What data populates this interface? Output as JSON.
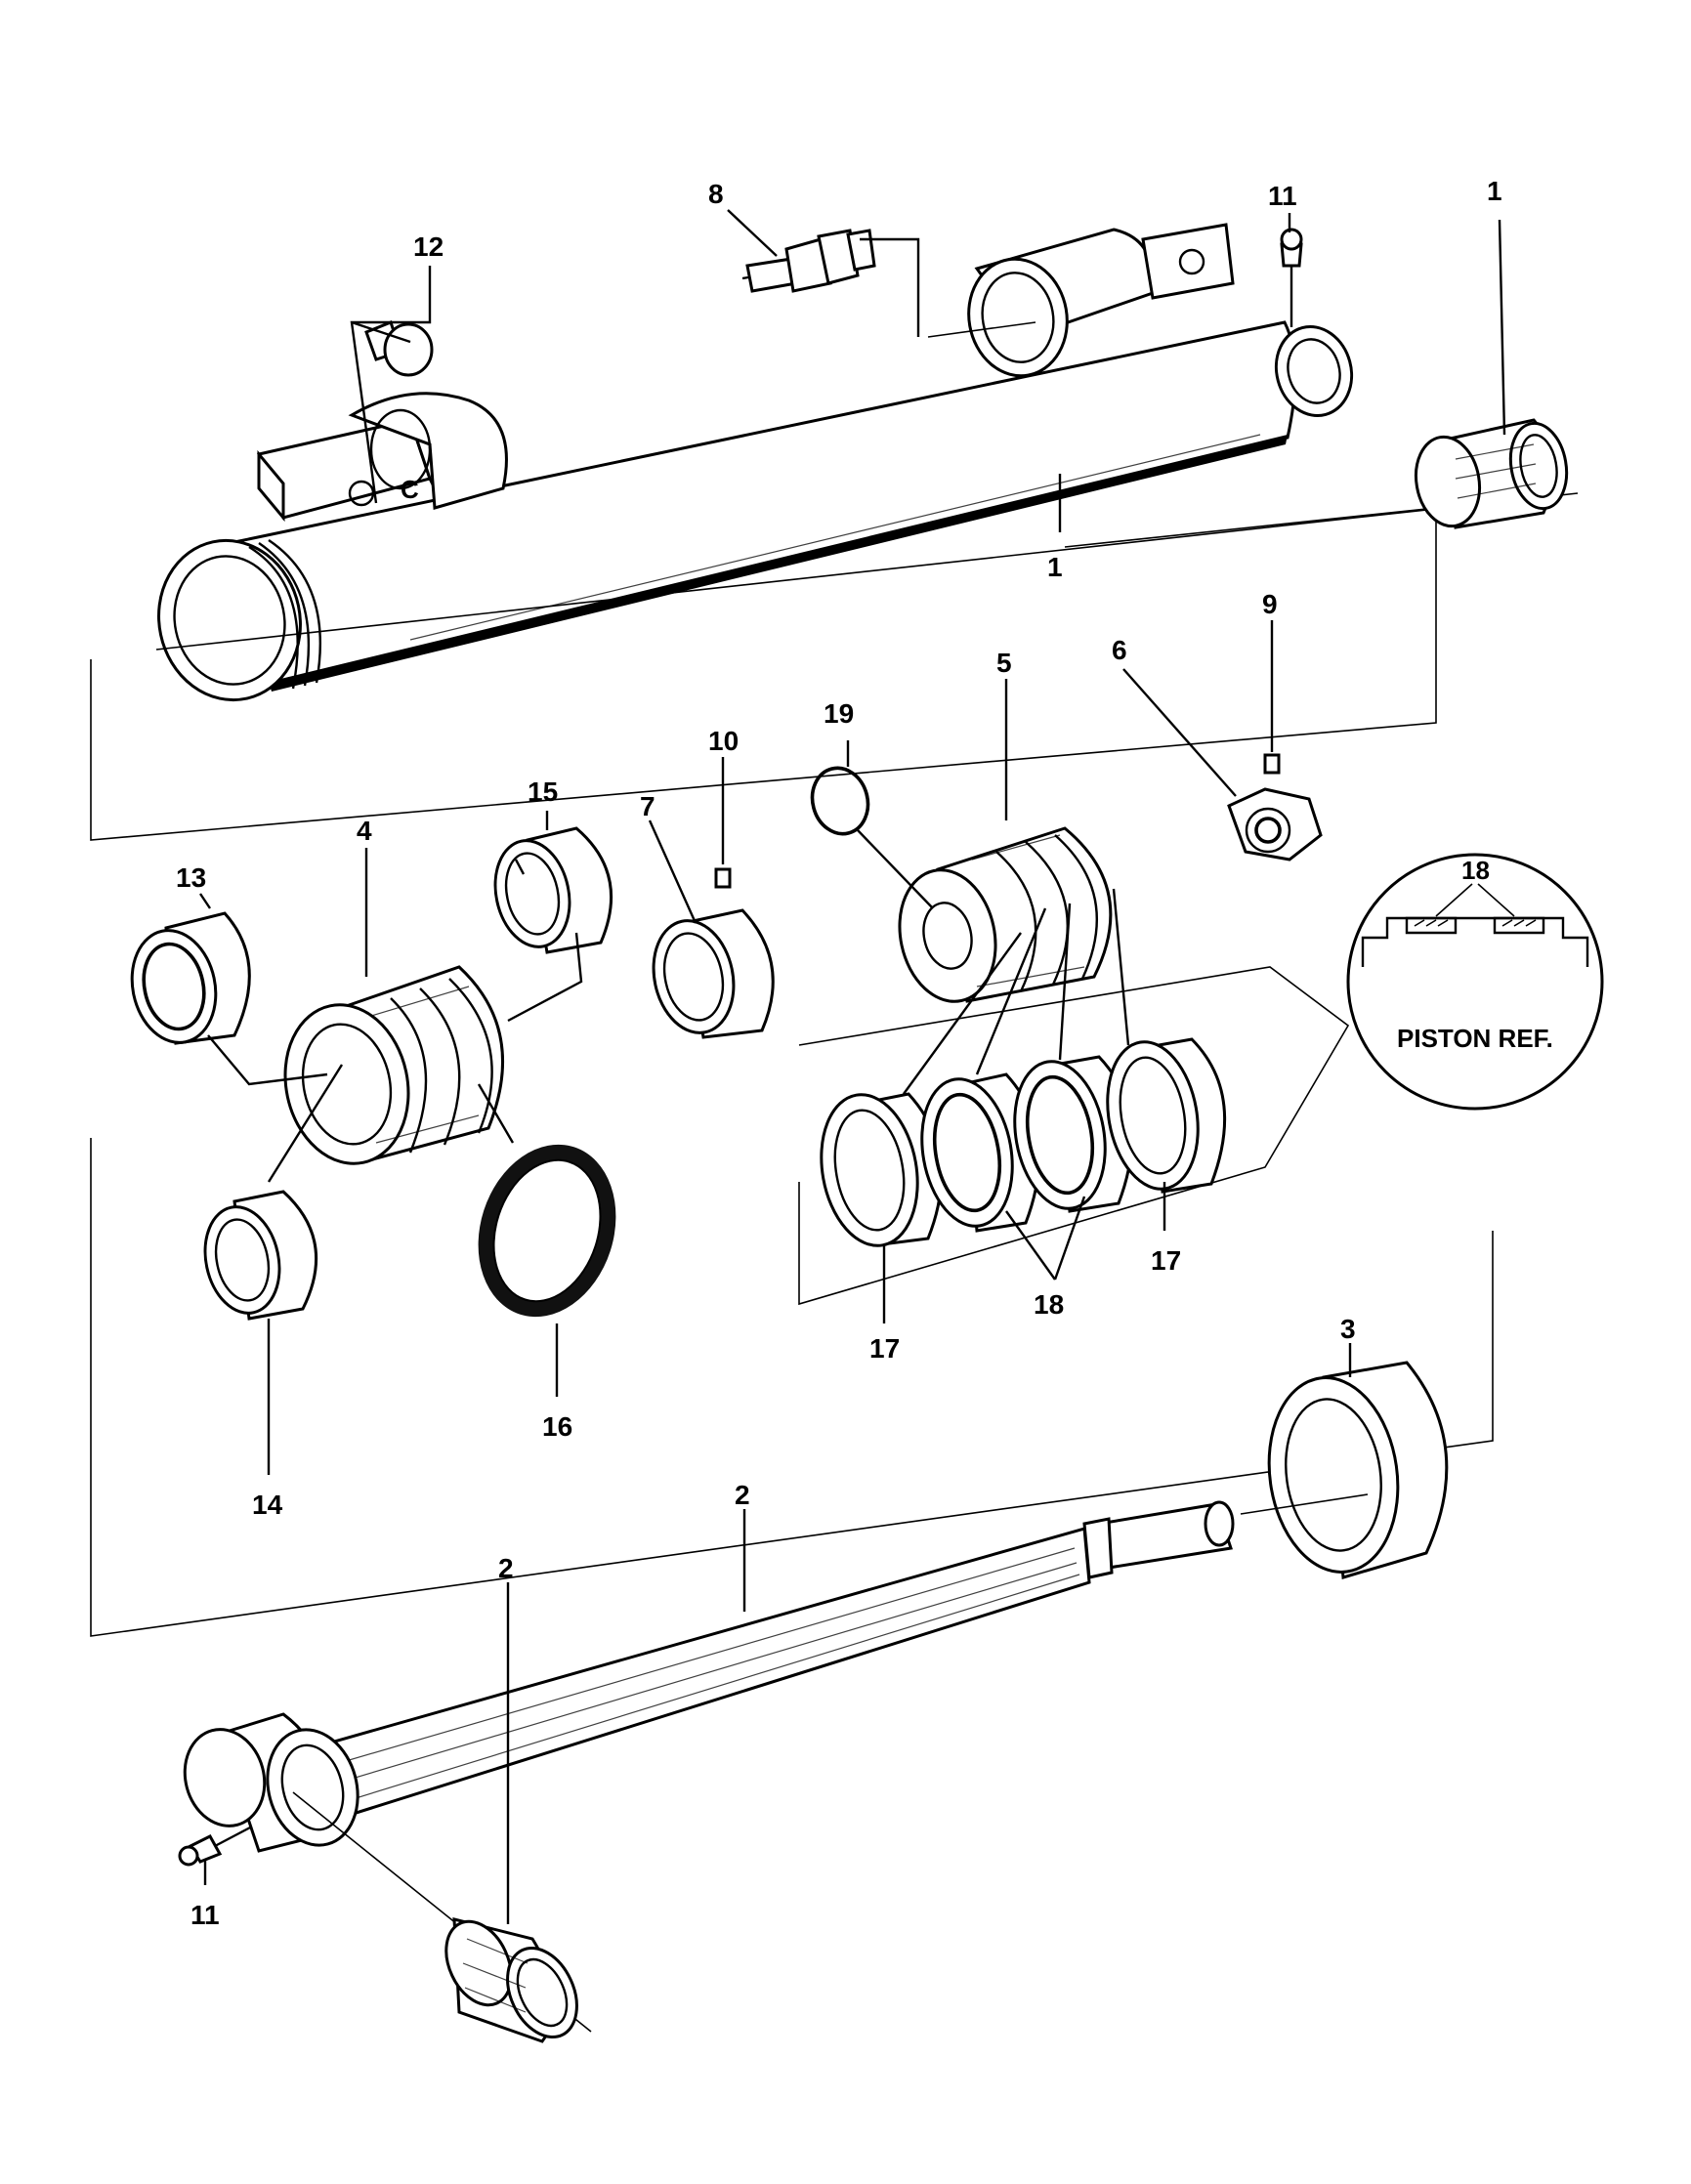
{
  "callouts": [
    {
      "id": "c-1a",
      "label": "1",
      "part": "cylinder-bushing"
    },
    {
      "id": "c-1b",
      "label": "1",
      "part": "cylinder-barrel"
    },
    {
      "id": "c-2a",
      "label": "2",
      "part": "piston-rod"
    },
    {
      "id": "c-2b",
      "label": "2",
      "part": "rod-bushing"
    },
    {
      "id": "c-3",
      "label": "3",
      "part": "gland-nut"
    },
    {
      "id": "c-4",
      "label": "4",
      "part": "gland"
    },
    {
      "id": "c-5",
      "label": "5",
      "part": "piston"
    },
    {
      "id": "c-6",
      "label": "6",
      "part": "piston-nut"
    },
    {
      "id": "c-7",
      "label": "7",
      "part": "spacer-collar"
    },
    {
      "id": "c-8",
      "label": "8",
      "part": "valve"
    },
    {
      "id": "c-9",
      "label": "9",
      "part": "set-screw"
    },
    {
      "id": "c-10",
      "label": "10",
      "part": "set-screw"
    },
    {
      "id": "c-11a",
      "label": "11",
      "part": "grease-fitting-barrel"
    },
    {
      "id": "c-11b",
      "label": "11",
      "part": "grease-fitting-rod"
    },
    {
      "id": "c-12",
      "label": "12",
      "part": "plug"
    },
    {
      "id": "c-13",
      "label": "13",
      "part": "wiper-seal"
    },
    {
      "id": "c-14",
      "label": "14",
      "part": "rod-seal"
    },
    {
      "id": "c-15",
      "label": "15",
      "part": "bearing-ring"
    },
    {
      "id": "c-16",
      "label": "16",
      "part": "o-ring-gland"
    },
    {
      "id": "c-17a",
      "label": "17",
      "part": "wear-ring-left"
    },
    {
      "id": "c-17b",
      "label": "17",
      "part": "wear-ring-right"
    },
    {
      "id": "c-18a",
      "label": "18",
      "part": "piston-seals"
    },
    {
      "id": "c-18b",
      "label": "18",
      "part": "piston-seal-detail"
    },
    {
      "id": "c-19",
      "label": "19",
      "part": "o-ring-piston"
    }
  ],
  "inset": {
    "caption": "PISTON REF.",
    "callout_label": "18"
  },
  "barrel_mark": "C"
}
